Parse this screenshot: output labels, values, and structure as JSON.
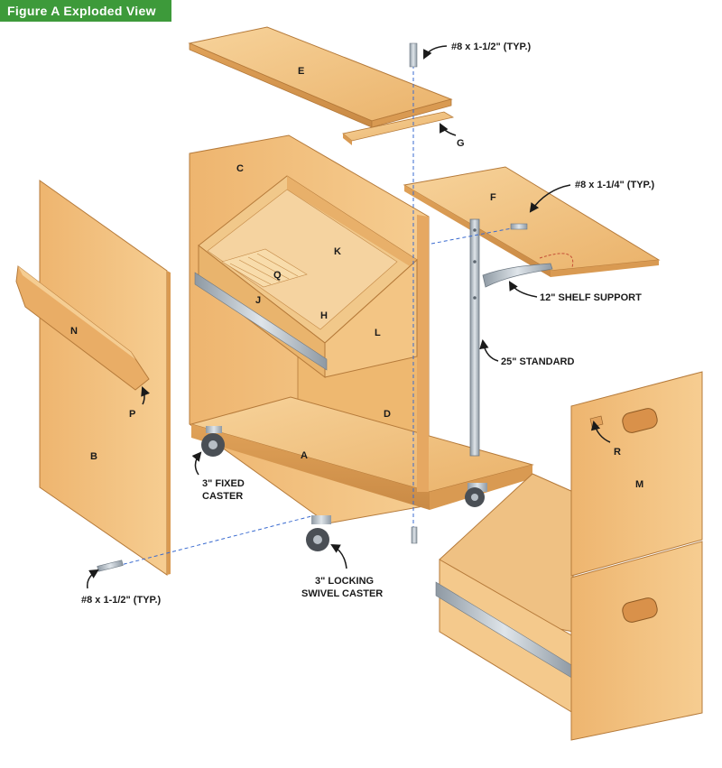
{
  "figure": {
    "title": "Figure A  Exploded View",
    "header_color": "#3d9a3a",
    "wood_color": "#f2c27e",
    "hardware_color": "#a9b4bd"
  },
  "parts": {
    "A": "A",
    "B": "B",
    "C": "C",
    "D": "D",
    "E": "E",
    "F": "F",
    "G": "G",
    "H": "H",
    "J": "J",
    "K": "K",
    "L": "L",
    "M": "M",
    "N": "N",
    "P": "P",
    "Q": "Q",
    "R": "R"
  },
  "callouts": {
    "screw_top": "#8 x 1-1/2\" (TYP.)",
    "screw_shelf": "#8 x 1-1/4\" (TYP.)",
    "shelf_support": "12\" SHELF SUPPORT",
    "standard": "25\" STANDARD",
    "fixed_caster_1": "3\" FIXED",
    "fixed_caster_2": "CASTER",
    "locking_caster_1": "3\" LOCKING",
    "locking_caster_2": "SWIVEL CASTER",
    "screw_bottom": "#8 x 1-1/2\" (TYP.)"
  }
}
